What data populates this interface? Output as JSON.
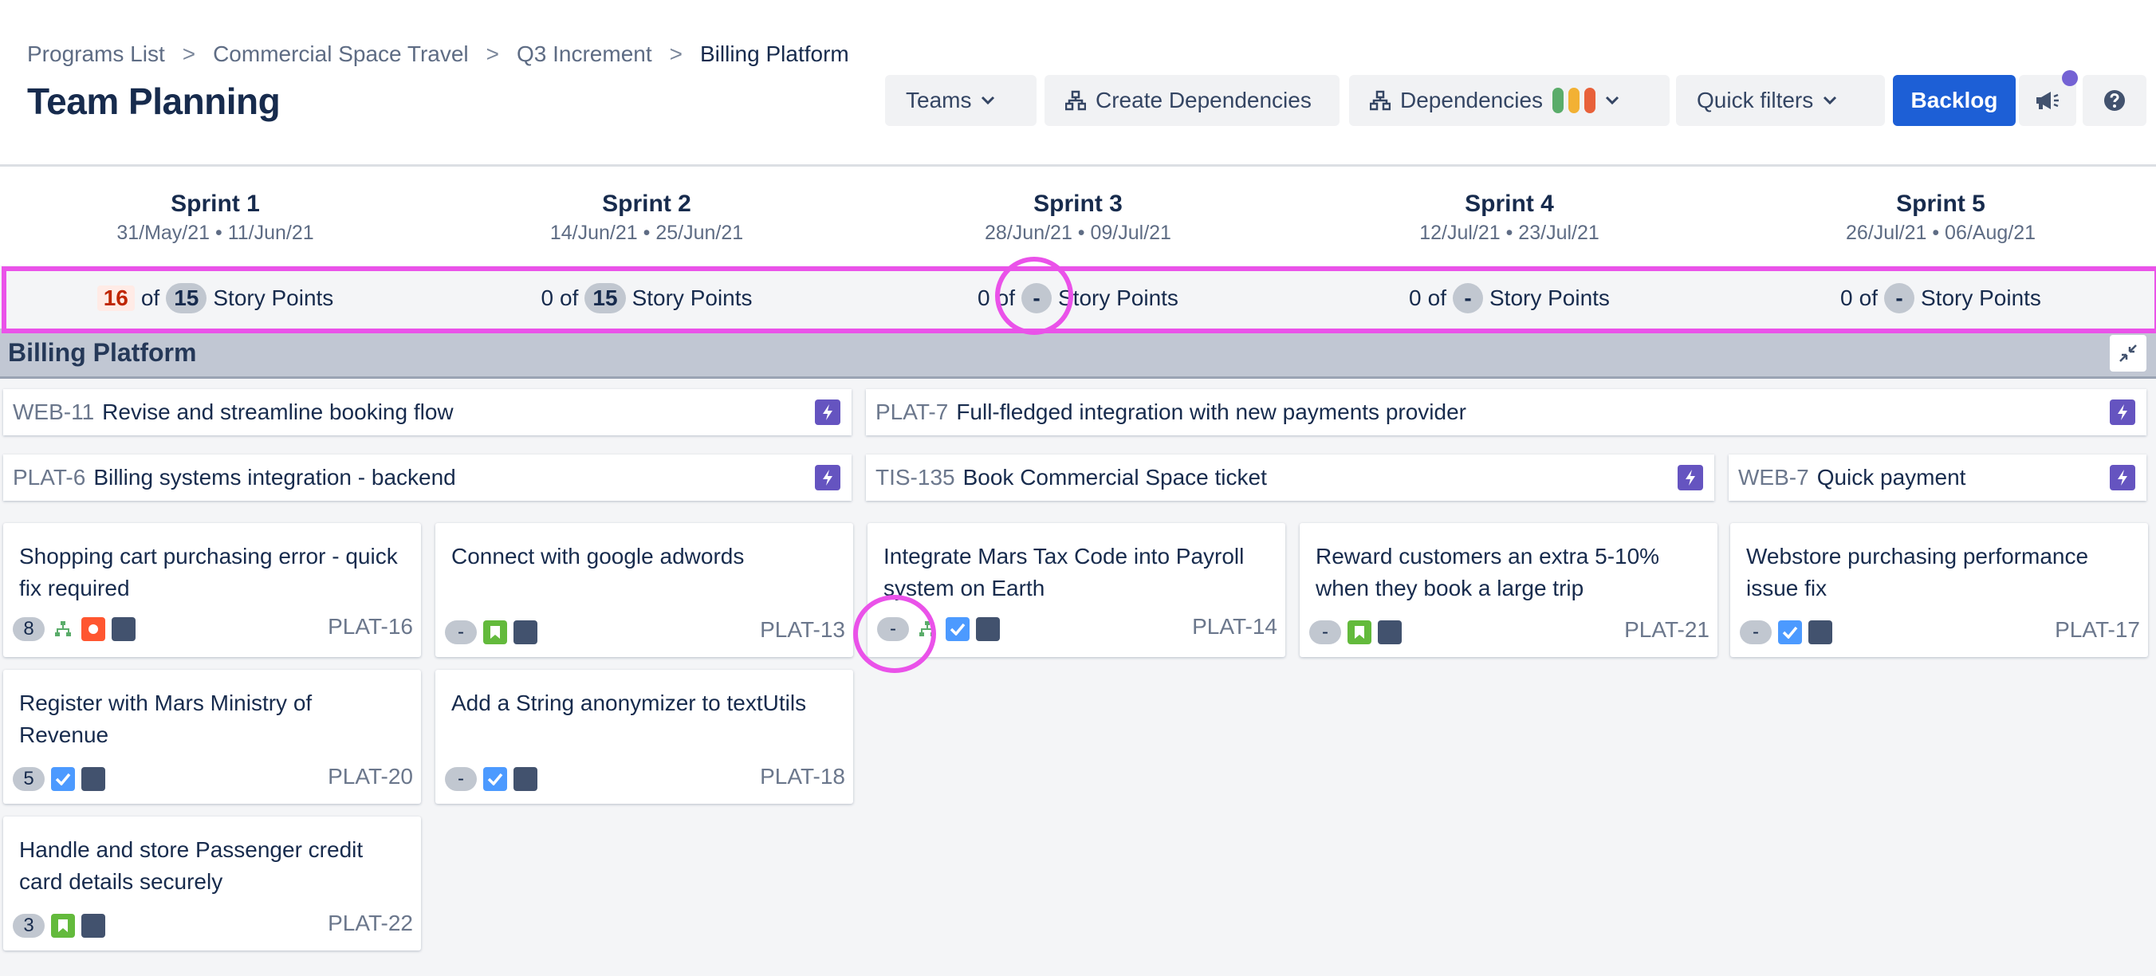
{
  "breadcrumb": [
    "Programs List",
    "Commercial Space Travel",
    "Q3 Increment",
    "Billing Platform"
  ],
  "page_title": "Team Planning",
  "toolbar": {
    "teams": "Teams",
    "create_dependencies": "Create Dependencies",
    "dependencies": "Dependencies",
    "dependency_colors": [
      "#5aac6a",
      "#f2b134",
      "#e8613a"
    ],
    "quick_filters": "Quick filters",
    "backlog": "Backlog"
  },
  "sprints": [
    {
      "name": "Sprint 1",
      "dates": "31/May/21 • 11/Jun/21",
      "points_used": "16",
      "points_of": "of",
      "capacity": "15",
      "points_label": "Story Points"
    },
    {
      "name": "Sprint 2",
      "dates": "14/Jun/21 • 25/Jun/21",
      "points_used": "0",
      "points_of": "of",
      "capacity": "15",
      "points_label": "Story Points"
    },
    {
      "name": "Sprint 3",
      "dates": "28/Jun/21 • 09/Jul/21",
      "points_used": "0",
      "points_of": "of",
      "capacity": "-",
      "points_label": "Story Points"
    },
    {
      "name": "Sprint 4",
      "dates": "12/Jul/21 • 23/Jul/21",
      "points_used": "0",
      "points_of": "of",
      "capacity": "-",
      "points_label": "Story Points"
    },
    {
      "name": "Sprint 5",
      "dates": "26/Jul/21 • 06/Aug/21",
      "points_used": "0",
      "points_of": "of",
      "capacity": "-",
      "points_label": "Story Points"
    }
  ],
  "team": {
    "name": "Billing Platform"
  },
  "features": [
    {
      "key": "WEB-11",
      "title": "Revise and streamline booking flow"
    },
    {
      "key": "PLAT-7",
      "title": "Full-fledged integration with new payments provider"
    },
    {
      "key": "PLAT-6",
      "title": "Billing systems integration - backend"
    },
    {
      "key": "TIS-135",
      "title": "Book Commercial Space ticket"
    },
    {
      "key": "WEB-7",
      "title": "Quick payment"
    }
  ],
  "cards": [
    {
      "summary": "Shopping cart purchasing error - quick fix required",
      "estimate": "8",
      "icons": [
        "hierarchy",
        "bug",
        "square"
      ],
      "key": "PLAT-16"
    },
    {
      "summary": "Register with Mars Ministry of Revenue",
      "estimate": "5",
      "icons": [
        "task",
        "square"
      ],
      "key": "PLAT-20"
    },
    {
      "summary": "Handle and store Passenger credit card details securely",
      "estimate": "3",
      "icons": [
        "story",
        "square"
      ],
      "key": "PLAT-22"
    },
    {
      "summary": "Connect with google adwords",
      "estimate": "-",
      "icons": [
        "story",
        "square"
      ],
      "key": "PLAT-13"
    },
    {
      "summary": "Add a String anonymizer to textUtils",
      "estimate": "-",
      "icons": [
        "task",
        "square"
      ],
      "key": "PLAT-18"
    },
    {
      "summary": "Integrate Mars Tax Code into Payroll system on Earth",
      "estimate": "-",
      "icons": [
        "hierarchy",
        "task",
        "square"
      ],
      "key": "PLAT-14"
    },
    {
      "summary": "Reward customers an extra 5-10% when they book a large trip",
      "estimate": "-",
      "icons": [
        "story",
        "square"
      ],
      "key": "PLAT-21"
    },
    {
      "summary": "Webstore purchasing performance issue fix",
      "estimate": "-",
      "icons": [
        "task",
        "square"
      ],
      "key": "PLAT-17"
    }
  ]
}
